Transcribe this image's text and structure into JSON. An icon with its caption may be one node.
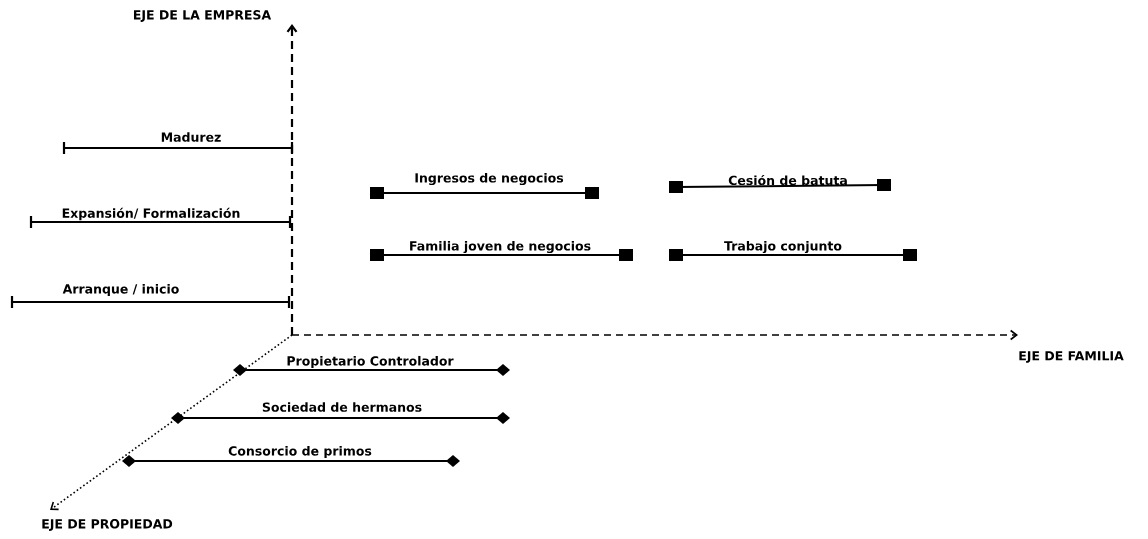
{
  "diagram": {
    "labels": [
      "EJE DE LA EMPRESA",
      "Madurez",
      "Ingresos de negocios",
      "Cesión de batuta",
      "Expansión/ Formalización",
      "Familia joven de negocios",
      "Trabajo conjunto",
      "Arranque / inicio",
      "EJE DE FAMILIA",
      "Propietario Controlador",
      "Sociedad de hermanos",
      "Consorcio de primos",
      "EJE DE PROPIEDAD"
    ]
  }
}
